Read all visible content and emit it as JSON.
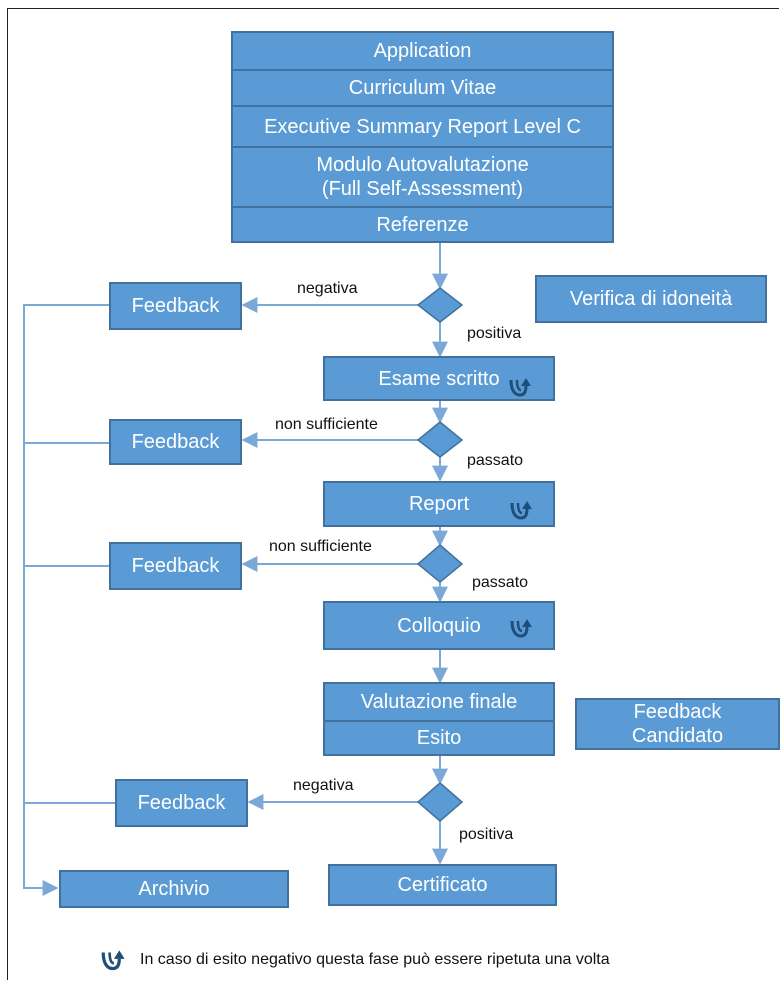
{
  "docs_stack": {
    "application": "Application",
    "cv": "Curriculum Vitae",
    "executive": "Executive  Summary Report Level C",
    "modulo_line1": "Modulo Autovalutazione",
    "modulo_line2": "(Full Self-Assessment)",
    "referenze": "Referenze"
  },
  "verifica": "Verifica di idoneità",
  "esame": "Esame scritto",
  "report": "Report",
  "colloquio": "Colloquio",
  "valutazione_finale": "Valutazione finale",
  "esito": "Esito",
  "feedback_candidato_line1": "Feedback",
  "feedback_candidato_line2": "Candidato",
  "certificato": "Certificato",
  "archivio": "Archivio",
  "feedback": [
    "Feedback",
    "Feedback",
    "Feedback",
    "Feedback"
  ],
  "edge_labels": {
    "negativa_1": "negativa",
    "positiva_1": "positiva",
    "non_sufficiente_1": "non sufficiente",
    "passato_1": "passato",
    "non_sufficiente_2": "non sufficiente",
    "passato_2": "passato",
    "negativa_2": "negativa",
    "positiva_2": "positiva"
  },
  "legend_text": "In caso di esito negativo questa fase può essere ripetuta una volta",
  "colors": {
    "box_fill": "#5b9bd5",
    "box_border": "#41719c",
    "line": "#7aa9d8",
    "diamond": "#5b9bd5"
  },
  "icons": {
    "retry": "retry-u-arrow-icon"
  }
}
